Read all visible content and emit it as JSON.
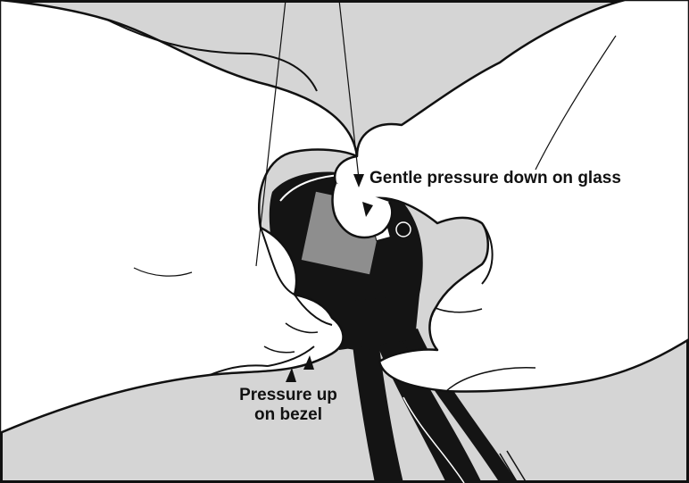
{
  "labels": {
    "glass": "Gentle pressure down on glass",
    "bezel_line1": "Pressure up",
    "bezel_line2": "on bezel"
  },
  "colors": {
    "background": "#d5d5d5",
    "hand_fill": "#ffffff",
    "outline": "#111111",
    "gauge_body": "#141414",
    "gauge_glass": "#8e8e8e"
  }
}
